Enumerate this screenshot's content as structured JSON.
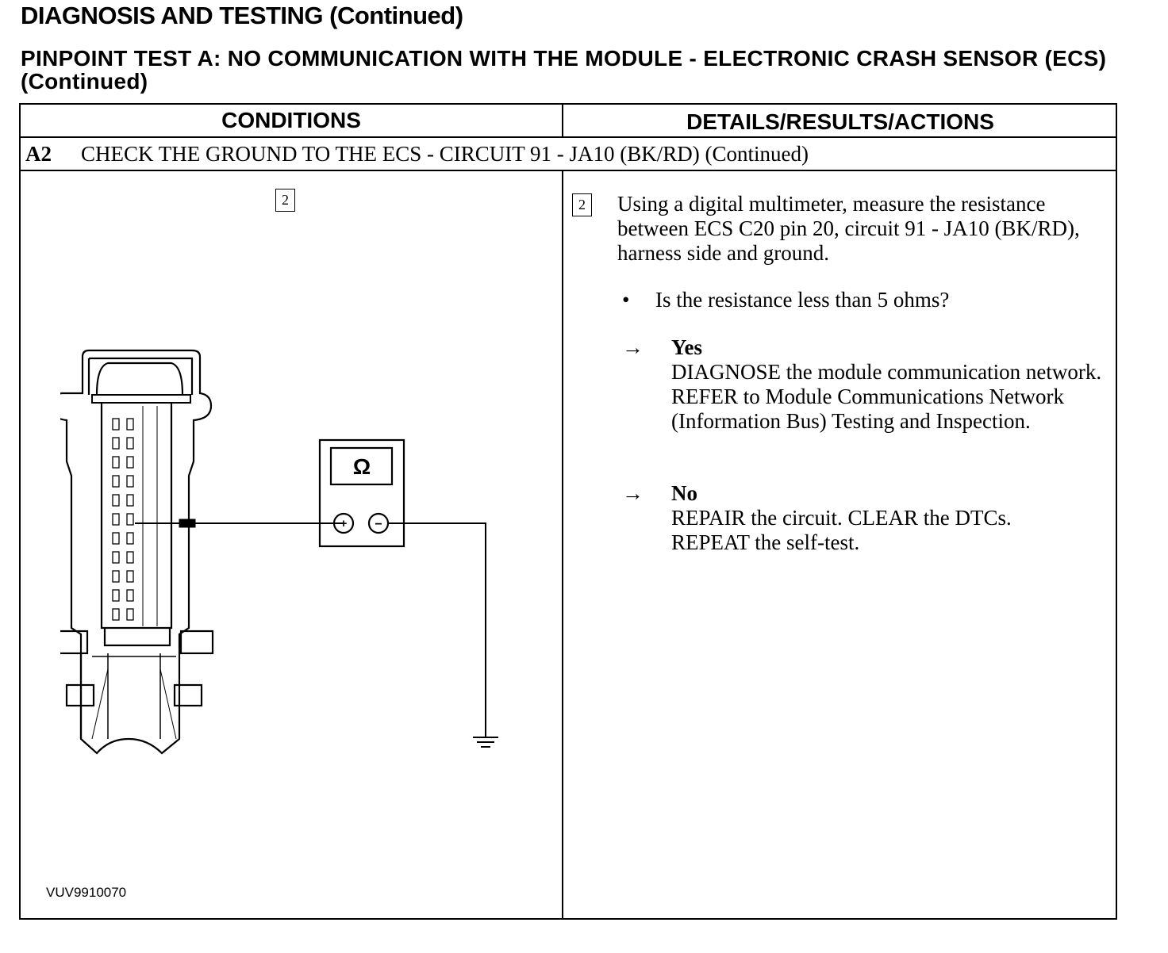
{
  "header": {
    "title": "DIAGNOSIS AND TESTING (Continued)",
    "subtitle": "PINPOINT TEST A: NO COMMUNICATION WITH THE MODULE - ELECTRONIC CRASH SENSOR (ECS) (Continued)"
  },
  "table": {
    "col_conditions": "CONDITIONS",
    "col_details": "DETAILS/RESULTS/ACTIONS",
    "step_id": "A2",
    "step_title": "CHECK THE GROUND TO THE ECS - CIRCUIT 91 - JA10 (BK/RD) (Continued)"
  },
  "conditions": {
    "step_number": "2",
    "diagram": {
      "meter_symbol": "Ω",
      "plus_symbol": "+",
      "minus_symbol": "−",
      "icons": [
        "connector-icon",
        "multimeter-icon",
        "ground-symbol-icon"
      ]
    },
    "figure_code": "VUV9910070"
  },
  "details": {
    "step_number": "2",
    "instruction": "Using a digital multimeter, measure the resistance between ECS C20 pin 20, circuit 91 - JA10 (BK/RD), harness side and ground.",
    "question_bullet": "•",
    "question": "Is the resistance less than 5 ohms?",
    "results": [
      {
        "arrow": "→",
        "answer": "Yes",
        "action": "DIAGNOSE the module communication network. REFER to Module Communications Network (Information Bus) Testing and Inspection."
      },
      {
        "arrow": "→",
        "answer": "No",
        "action": "REPAIR the circuit. CLEAR the DTCs. REPEAT the self-test."
      }
    ]
  }
}
